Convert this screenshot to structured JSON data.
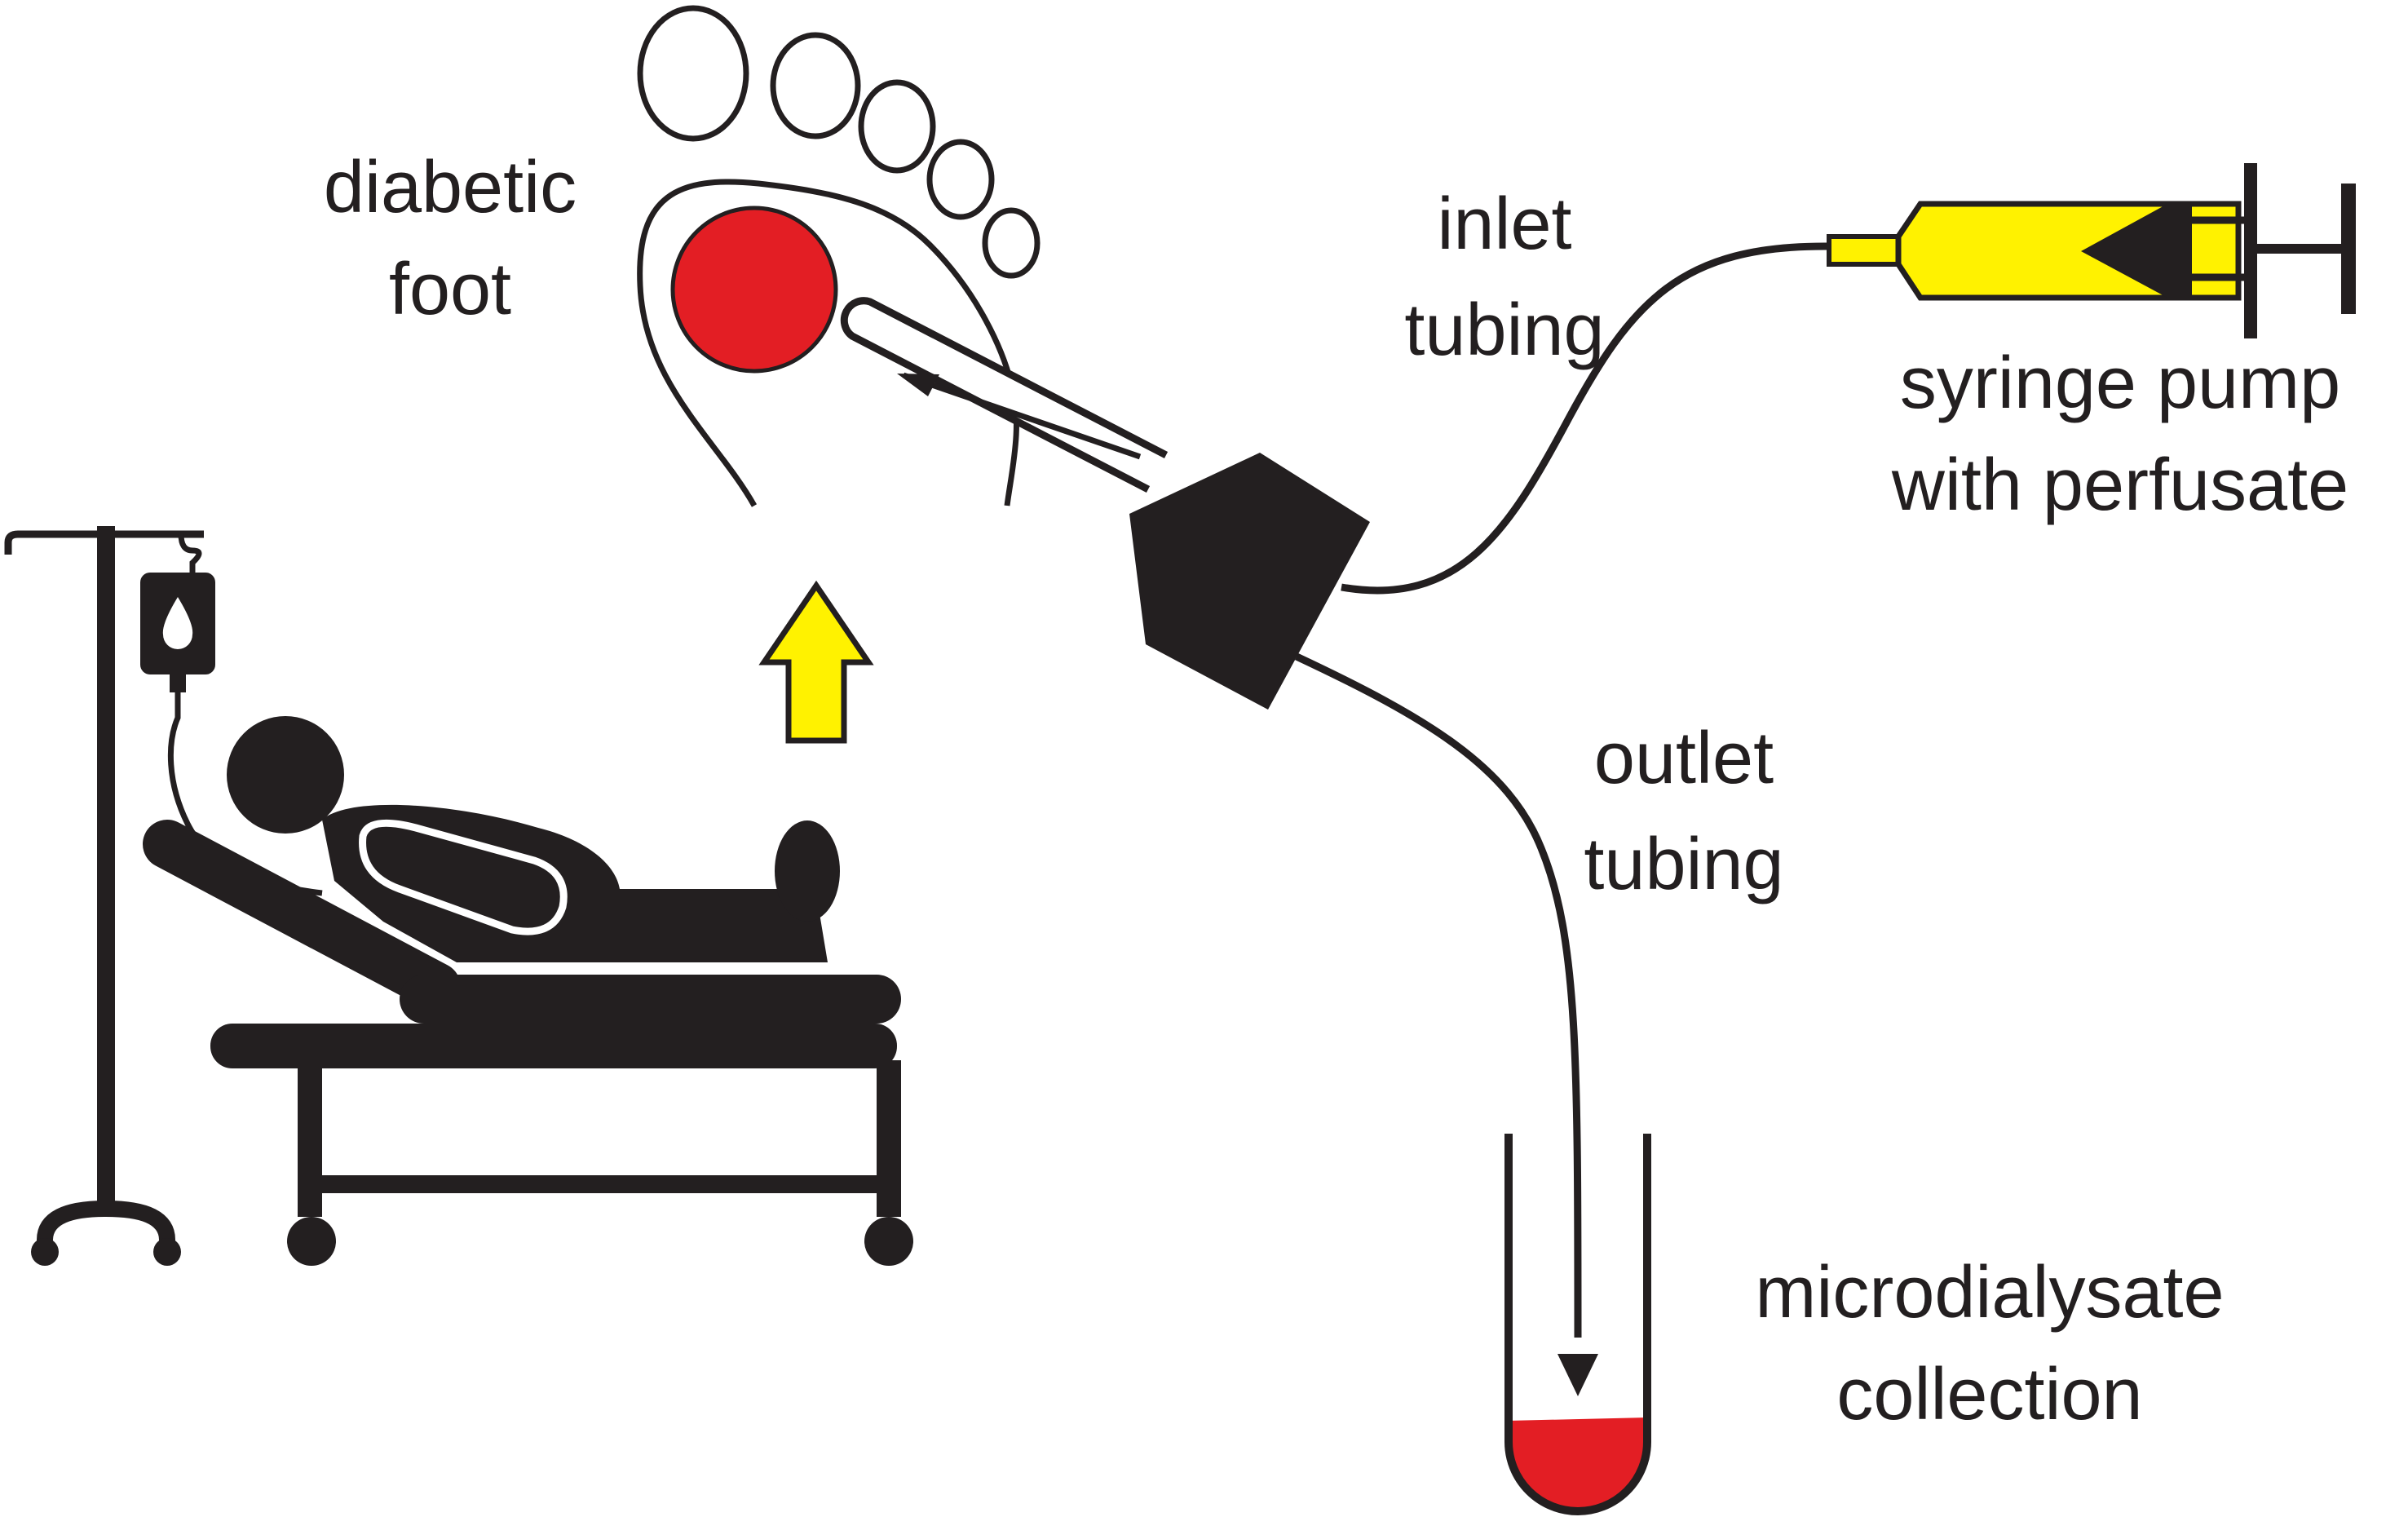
{
  "labels": {
    "foot": [
      "diabetic",
      "foot"
    ],
    "inlet": [
      "inlet",
      "tubing"
    ],
    "syringe": [
      "syringe pump",
      "with perfusate"
    ],
    "outlet": [
      "outlet",
      "tubing"
    ],
    "collection": [
      "microdialysate",
      "collection"
    ]
  },
  "icons": {
    "foot": "foot-outline-icon",
    "wound": "wound-spot-icon",
    "probe": "microdialysis-probe-icon",
    "hub": "probe-hub-icon",
    "syringe": "syringe-pump-icon",
    "vial": "collection-vial-icon",
    "patient": "patient-on-bed-icon",
    "iv": "iv-drip-stand-icon",
    "arrow": "up-arrow-icon"
  },
  "colors": {
    "ink": "#231f20",
    "wound_red": "#e31e24",
    "syringe_yellow": "#fff200",
    "sample_red": "#e31e24"
  }
}
